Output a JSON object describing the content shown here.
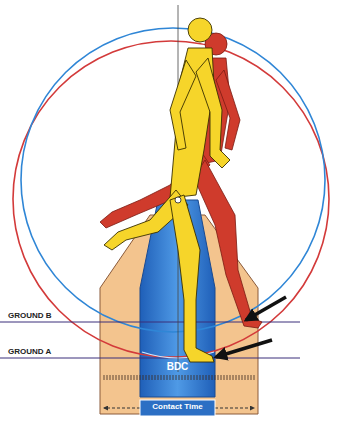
{
  "diagram": {
    "labels": [
      "GROUND B",
      "GROUND A",
      "BDC",
      "Contact Time"
    ]
  }
}
